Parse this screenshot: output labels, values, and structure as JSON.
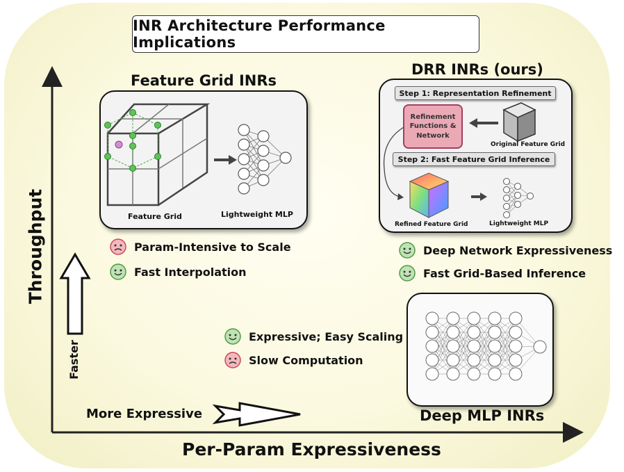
{
  "title": "INR Architecture Performance Implications",
  "axes": {
    "x_label": "Per-Param Expressiveness",
    "y_label": "Throughput",
    "x_hint": "More Expressive",
    "y_hint": "Faster"
  },
  "feature_grid": {
    "title": "Feature Grid INRs",
    "grid_label": "Feature Grid",
    "mlp_label": "Lightweight MLP",
    "bullets": [
      {
        "text": "Param-Intensive to Scale",
        "face": "sad-face-icon",
        "color": "#e06c7a"
      },
      {
        "text": "Fast Interpolation",
        "face": "happy-face-icon",
        "color": "#6dbb5e"
      }
    ]
  },
  "drr": {
    "title": "DRR INRs (ours)",
    "step1": "Step 1: Representation Refinement",
    "step2": "Step 2: Fast Feature Grid Inference",
    "refine_box": "Refinement Functions & Network",
    "original_grid_label": "Original Feature Grid",
    "refined_grid_label": "Refined Feature Grid",
    "mlp_label": "Lightweight MLP",
    "bullets": [
      {
        "text": "Deep Network Expressiveness",
        "face": "happy-face-icon",
        "color": "#6dbb5e"
      },
      {
        "text": "Fast Grid-Based Inference",
        "face": "happy-face-icon",
        "color": "#6dbb5e"
      }
    ]
  },
  "deep_mlp": {
    "title": "Deep MLP INRs",
    "bullets": [
      {
        "text": "Expressive; Easy Scaling",
        "face": "happy-face-icon",
        "color": "#6dbb5e"
      },
      {
        "text": "Slow Computation",
        "face": "sad-face-icon",
        "color": "#e06c7a"
      }
    ]
  }
}
